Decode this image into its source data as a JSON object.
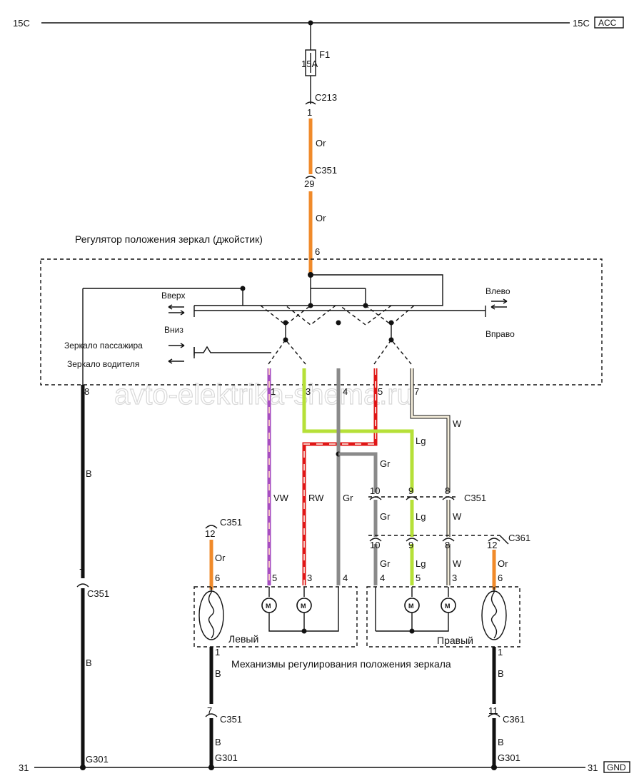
{
  "rails": {
    "top_left": "15C",
    "top_right": "15C",
    "top_badge": "ACC",
    "bottom_left": "31",
    "bottom_right": "31",
    "bottom_badge": "GND"
  },
  "fuse": {
    "name": "F1",
    "rating": "15A"
  },
  "connectors": {
    "c213": "C213",
    "c213_pin": "1",
    "c351_top": "C351",
    "c351_top_pin": "29",
    "switch_pin_6": "6",
    "c351_mid": "C351",
    "c361_mid": "C361",
    "c351_left_top": "C351",
    "c351_left_top_pin": "12",
    "c351_b": "C351",
    "c351_b_pin": "7",
    "c351_lower": "C351",
    "c351_lower_pin": "7",
    "c361_lower": "C361",
    "c361_lower_pin": "11"
  },
  "switch": {
    "title": "Регулятор положения зеркал (джойстик)",
    "up": "Вверх",
    "down": "Вниз",
    "left": "Влево",
    "right": "Вправо",
    "passenger": "Зеркало пассажира",
    "driver": "Зеркало водителя",
    "pins": [
      "8",
      "1",
      "3",
      "4",
      "5",
      "7"
    ]
  },
  "wires": {
    "or": "Or",
    "b": "B",
    "vw": "VW",
    "rw": "RW",
    "gr": "Gr",
    "lg": "Lg",
    "w": "W"
  },
  "pins": {
    "c351_row": [
      "10",
      "9",
      "8"
    ],
    "c361_row": [
      "10",
      "9",
      "8",
      "12"
    ],
    "left_mirror": [
      "6",
      "5",
      "3",
      "4",
      "1"
    ],
    "right_mirror": [
      "4",
      "5",
      "3",
      "6",
      "1"
    ]
  },
  "motor_symbol": "M",
  "mirrors": {
    "left": "Левый",
    "right": "Правый",
    "caption": "Механизмы регулирования положения зеркала"
  },
  "grounds": [
    "G301",
    "G301",
    "G301"
  ],
  "watermark": "avto-elektrika-shema.ru"
}
